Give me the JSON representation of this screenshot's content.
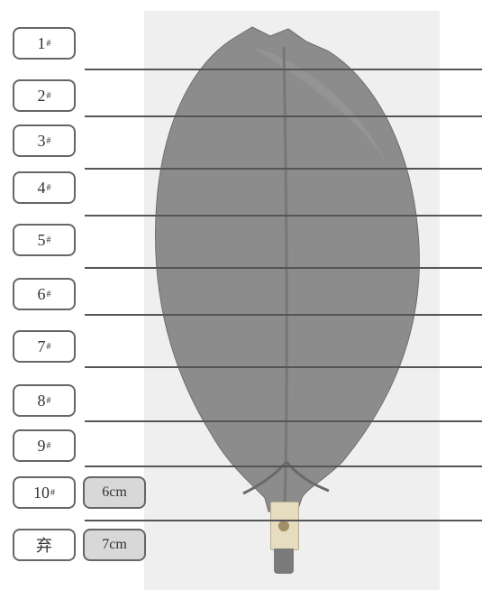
{
  "diagram": {
    "segments": [
      {
        "num": "1",
        "mark": "#",
        "size": ""
      },
      {
        "num": "2",
        "mark": "#",
        "size": ""
      },
      {
        "num": "3",
        "mark": "#",
        "size": ""
      },
      {
        "num": "4",
        "mark": "#",
        "size": ""
      },
      {
        "num": "5",
        "mark": "#",
        "size": ""
      },
      {
        "num": "6",
        "mark": "#",
        "size": ""
      },
      {
        "num": "7",
        "mark": "#",
        "size": ""
      },
      {
        "num": "8",
        "mark": "#",
        "size": ""
      },
      {
        "num": "9",
        "mark": "#",
        "size": ""
      },
      {
        "num": "10",
        "mark": "#",
        "size": "6cm"
      },
      {
        "num": "弃",
        "mark": "",
        "size": "7cm"
      }
    ]
  }
}
